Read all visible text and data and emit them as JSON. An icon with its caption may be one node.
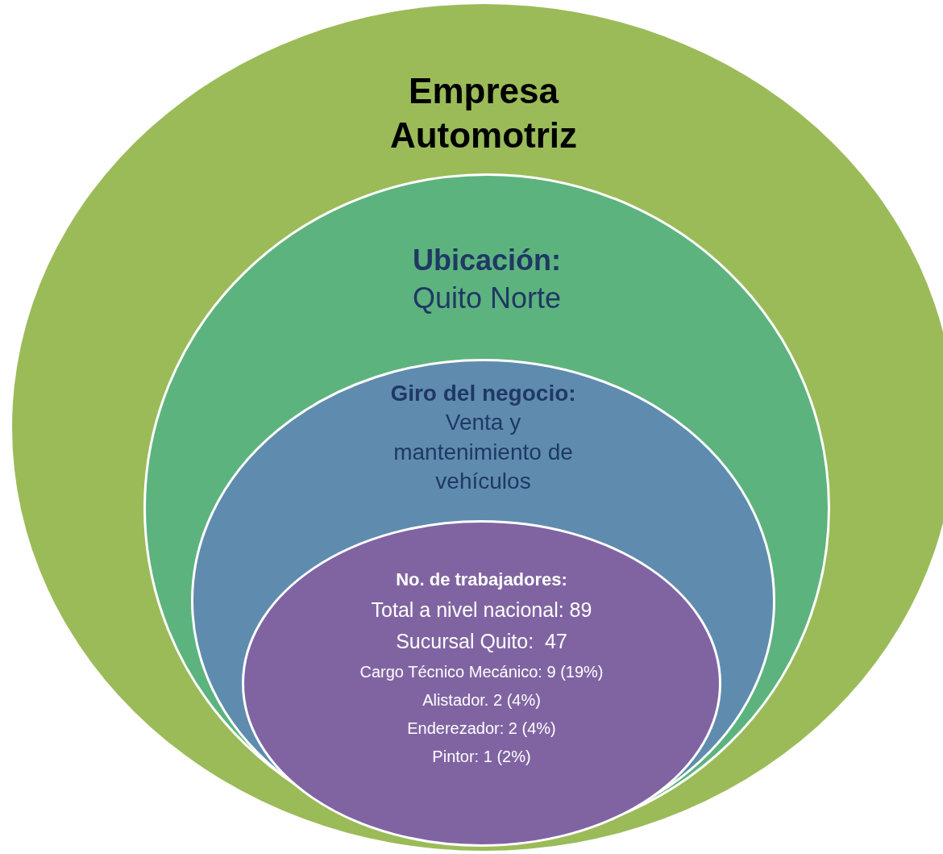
{
  "diagram": {
    "nodes": [
      {
        "text": [
          "Empresa Automotriz"
        ]
      },
      {
        "text": [
          "Ubicación:",
          "Quito Norte"
        ],
        "in": 0
      },
      {
        "text": [
          "Giro del negocio:",
          "Venta y mantenimiento de vehículos"
        ],
        "in": 1
      },
      {
        "text": [
          "No. de trabajadores:",
          "Total a nivel nacional: 89",
          "Sucursal Quito:  47",
          "Cargo Técnico Mecánico: 9 (19%)",
          "Alistador. 2 (4%)",
          "Enderezador: 2 (4%)",
          "Pintor: 1 (2%)"
        ],
        "in": 2
      }
    ]
  }
}
